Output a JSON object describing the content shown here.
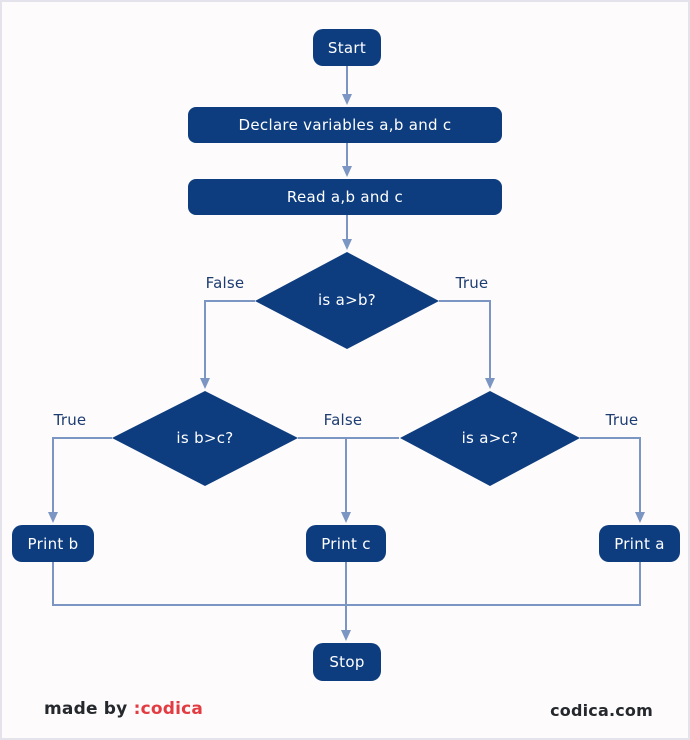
{
  "colors": {
    "node_fill": "#0e3d7f",
    "node_text": "#ffffff",
    "connector": "#7b96c3",
    "branch_label": "#1d3d72",
    "background": "#fdfbfb",
    "frame_border": "#e4e2ea",
    "footer_text": "#25282c",
    "brand_red": "#e23b41"
  },
  "nodes": {
    "start": "Start",
    "declare": "Declare variables a,b and c",
    "read": "Read a,b and c",
    "cond_a_gt_b": "is a>b?",
    "cond_b_gt_c": "is b>c?",
    "cond_a_gt_c": "is a>c?",
    "print_b": "Print b",
    "print_c": "Print c",
    "print_a": "Print a",
    "stop": "Stop"
  },
  "branch_labels": {
    "a_gt_b_false": "False",
    "a_gt_b_true": "True",
    "b_gt_c_true": "True",
    "middle_false": "False",
    "a_gt_c_true": "True"
  },
  "footer": {
    "made_by": "made by",
    "brand": ":codica",
    "website": "codica.com"
  }
}
